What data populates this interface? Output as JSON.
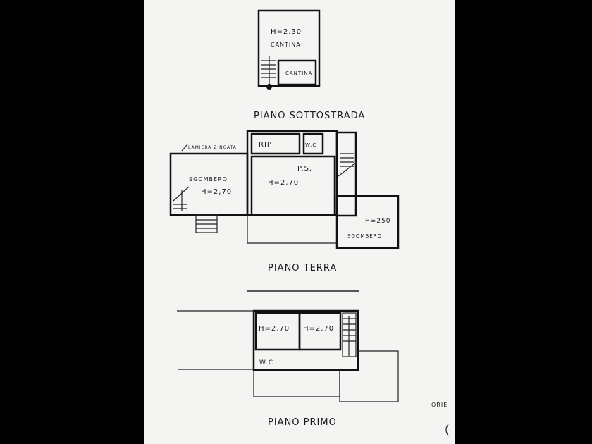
{
  "plan": {
    "basement": {
      "title": "PIANO SOTTOSTRADA",
      "height_label": "H=2.30",
      "room_main": "CANTINA",
      "room_small": "CANTINA"
    },
    "ground": {
      "title": "PIANO TERRA",
      "roof_note": "LAMIERA ZINCATA",
      "left_room": "SGOMBERO",
      "left_height": "H=2,70",
      "rip": "RIP",
      "wc": "W.C",
      "ps": "P.S.",
      "ps_height": "H=2,70",
      "right_height": "H=250",
      "right_room": "SGOMBERO"
    },
    "first": {
      "title": "PIANO PRIMO",
      "room1_height": "H=2,70",
      "room2_height": "H=2,70",
      "wc": "W.C"
    },
    "orientation_label": "ORIE"
  }
}
